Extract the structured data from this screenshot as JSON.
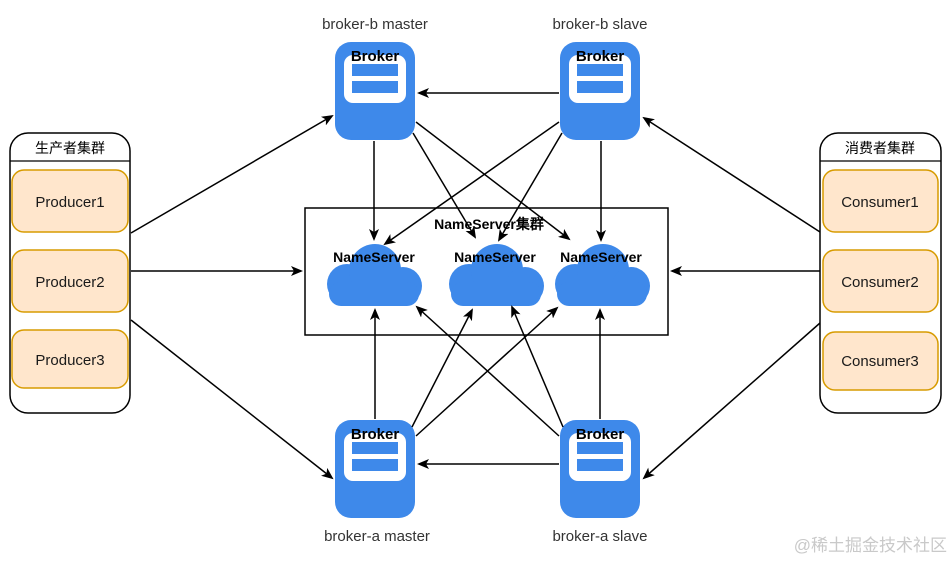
{
  "producer_cluster": {
    "title": "生产者集群",
    "items": [
      "Producer1",
      "Producer2",
      "Producer3"
    ]
  },
  "consumer_cluster": {
    "title": "消费者集群",
    "items": [
      "Consumer1",
      "Consumer2",
      "Consumer3"
    ]
  },
  "nameserver_cluster": {
    "title": "NameServer集群",
    "nodes": [
      "NameServer",
      "NameServer",
      "NameServer"
    ]
  },
  "brokers": {
    "b_master": {
      "label": "broker-b master",
      "icon_text": "Broker"
    },
    "b_slave": {
      "label": "broker-b slave",
      "icon_text": "Broker"
    },
    "a_master": {
      "label": "broker-a master",
      "icon_text": "Broker"
    },
    "a_slave": {
      "label": "broker-a slave",
      "icon_text": "Broker"
    }
  },
  "edges": [
    {
      "from": "Producer1",
      "to": "broker-b master"
    },
    {
      "from": "Producer2",
      "to": "NameServer集群"
    },
    {
      "from": "Producer3",
      "to": "broker-a master"
    },
    {
      "from": "Consumer1",
      "to": "broker-b slave"
    },
    {
      "from": "Consumer2",
      "to": "NameServer集群"
    },
    {
      "from": "Consumer3",
      "to": "broker-a slave"
    },
    {
      "from": "broker-b slave",
      "to": "broker-b master"
    },
    {
      "from": "broker-a slave",
      "to": "broker-a master"
    },
    {
      "from": "broker-b master",
      "to": "NameServer-1"
    },
    {
      "from": "broker-b master",
      "to": "NameServer-2"
    },
    {
      "from": "broker-b master",
      "to": "NameServer-3"
    },
    {
      "from": "broker-b slave",
      "to": "NameServer-1"
    },
    {
      "from": "broker-b slave",
      "to": "NameServer-2"
    },
    {
      "from": "broker-b slave",
      "to": "NameServer-3"
    },
    {
      "from": "broker-a master",
      "to": "NameServer-1"
    },
    {
      "from": "broker-a master",
      "to": "NameServer-2"
    },
    {
      "from": "broker-a master",
      "to": "NameServer-3"
    },
    {
      "from": "broker-a slave",
      "to": "NameServer-1"
    },
    {
      "from": "broker-a slave",
      "to": "NameServer-2"
    },
    {
      "from": "broker-a slave",
      "to": "NameServer-3"
    }
  ],
  "watermark": "@稀土掘金技术社区",
  "colors": {
    "node_blue": "#3e89ea",
    "cluster_box_fill": "#ffe6cc",
    "cluster_box_stroke": "#d79b00",
    "line": "#000000",
    "watermark_gray": "#c9c9c9"
  }
}
